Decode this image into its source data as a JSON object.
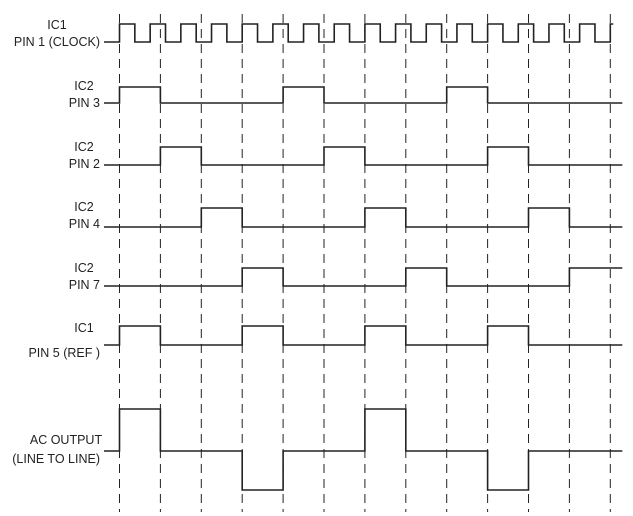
{
  "signals": [
    {
      "id": "clock",
      "label_lines": [
        "IC1",
        "PIN 1 (CLOCK)"
      ],
      "levels": [
        1,
        0,
        1,
        0,
        1,
        0,
        1,
        0,
        1,
        0,
        1,
        0,
        1,
        0,
        1,
        0,
        1,
        0,
        1,
        0,
        1,
        0,
        1,
        0,
        1,
        0,
        1,
        0,
        1,
        0,
        1,
        0
      ]
    },
    {
      "id": "ic2-pin3",
      "label_lines": [
        "IC2",
        "PIN 3"
      ],
      "levels": [
        1,
        0,
        0,
        0,
        1,
        0,
        0,
        0,
        1,
        0,
        0,
        0
      ]
    },
    {
      "id": "ic2-pin2",
      "label_lines": [
        "IC2",
        "PIN 2"
      ],
      "levels": [
        0,
        1,
        0,
        0,
        0,
        1,
        0,
        0,
        0,
        1,
        0,
        0
      ]
    },
    {
      "id": "ic2-pin4",
      "label_lines": [
        "IC2",
        "PIN 4"
      ],
      "levels": [
        0,
        0,
        1,
        0,
        0,
        0,
        1,
        0,
        0,
        0,
        1,
        0
      ]
    },
    {
      "id": "ic2-pin7",
      "label_lines": [
        "IC2",
        "PIN 7"
      ],
      "levels": [
        0,
        0,
        0,
        1,
        0,
        0,
        0,
        1,
        0,
        0,
        0,
        1
      ]
    },
    {
      "id": "ic1-pin5-ref",
      "label_lines": [
        "IC1",
        "PIN 5 (REF )"
      ],
      "levels": [
        1,
        0,
        0,
        1,
        0,
        0,
        1,
        0,
        0,
        1,
        0,
        0
      ]
    },
    {
      "id": "ac-output",
      "label_lines": [
        "AC OUTPUT",
        "(LINE TO LINE)"
      ],
      "levels": [
        1,
        0,
        0,
        -1,
        0,
        0,
        1,
        0,
        0,
        -1,
        0,
        0
      ]
    }
  ]
}
